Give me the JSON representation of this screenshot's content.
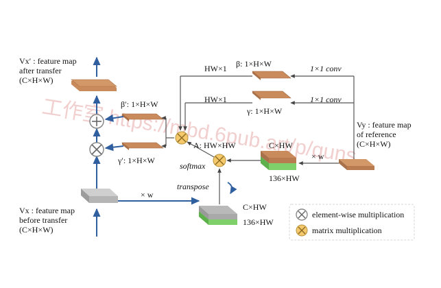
{
  "labels": {
    "vx_prime_line1": "Vx′ : feature map",
    "vx_prime_line2": "after transfer",
    "vx_prime_line3": "(C×H×W)",
    "vx_line1": "Vx : feature map",
    "vx_line2": "before transfer",
    "vx_line3": "(C×H×W)",
    "vy_line1": "Vy : feature map",
    "vy_line2": "of reference",
    "vy_line3": "(C×H×W)",
    "beta_prime": "β′: 1×H×W",
    "gamma_prime": "γ′: 1×H×W",
    "beta": "β: 1×H×W",
    "gamma": "γ: 1×H×W",
    "hw1_top": "HW×1",
    "hw1_mid": "HW×1",
    "conv_top": "1×1 conv",
    "conv_mid": "1×1 conv",
    "attention": "A: HW×HW",
    "softmax": "softmax",
    "transpose": "transpose",
    "times_w_bottom": "× w",
    "times_w_right": "× w",
    "cxhw_top": "C×HW",
    "hw136_top": "136×HW",
    "cxhw_bottom": "C×HW",
    "hw136_bottom": "136×HW"
  },
  "legend": {
    "elementwise": "element-wise multiplication",
    "matrix": "matrix multiplication"
  },
  "watermark": "工作室 https://mbd.6pub.art/p/quns",
  "colors": {
    "feature_plate": "#c98a5c",
    "plate_edge": "#a0653a",
    "green_plate": "#7fcf6a",
    "gray_plate": "#b9b9b9",
    "arrow_blue": "#2f5f9e",
    "mult_fill": "#f5c96b",
    "line": "#555555"
  }
}
